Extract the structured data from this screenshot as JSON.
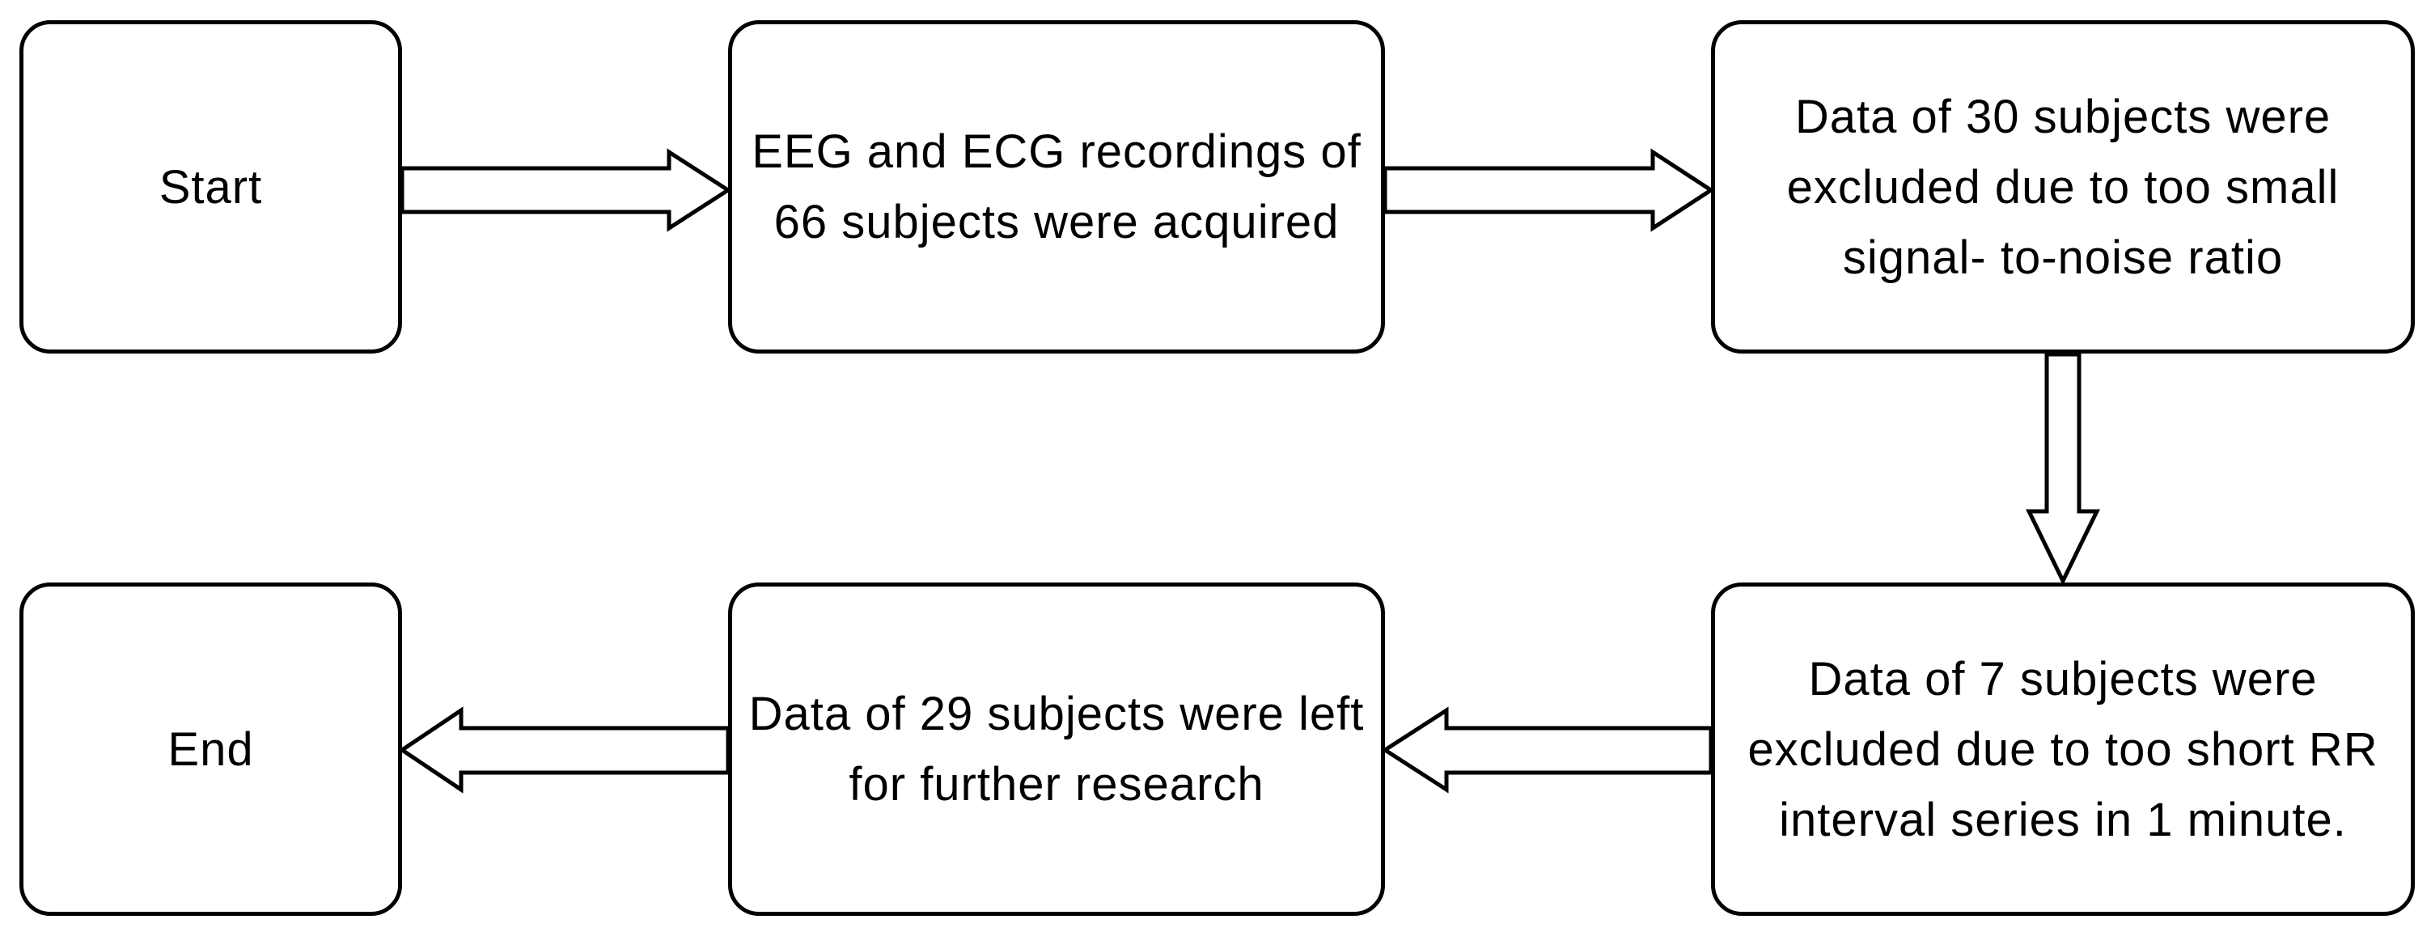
{
  "colors": {
    "stroke": "#000000",
    "fill": "#ffffff",
    "text": "#000000"
  },
  "nodes": {
    "start": {
      "lines": [
        "Start"
      ]
    },
    "acquire": {
      "lines": [
        "EEG and ECG recordings of",
        "66 subjects were acquired"
      ]
    },
    "exclude_snr": {
      "lines": [
        "Data of 30 subjects were",
        "excluded due to too small",
        "signal- to-noise ratio"
      ]
    },
    "exclude_rr": {
      "lines": [
        "Data of 7 subjects were",
        "excluded due to too short RR",
        "interval series in 1 minute."
      ]
    },
    "remaining": {
      "lines": [
        "Data of 29 subjects were left",
        "for further research"
      ]
    },
    "end": {
      "lines": [
        "End"
      ]
    }
  },
  "edges": [
    {
      "from": "start",
      "to": "acquire",
      "style": "hollow-double-arrow"
    },
    {
      "from": "acquire",
      "to": "exclude_snr",
      "style": "hollow-double-arrow"
    },
    {
      "from": "exclude_snr",
      "to": "exclude_rr",
      "style": "hollow-double-arrow"
    },
    {
      "from": "exclude_rr",
      "to": "remaining",
      "style": "hollow-double-arrow"
    },
    {
      "from": "remaining",
      "to": "end",
      "style": "hollow-double-arrow"
    }
  ]
}
